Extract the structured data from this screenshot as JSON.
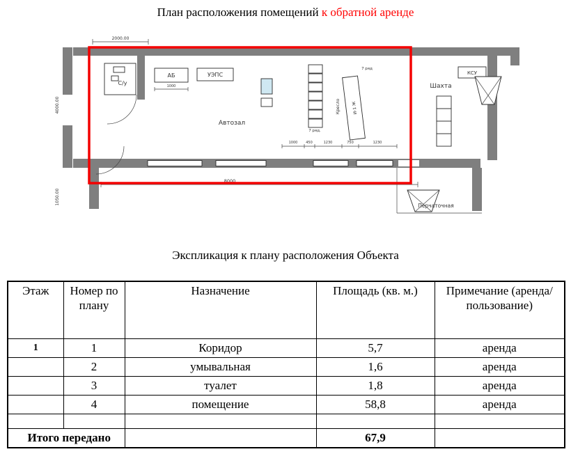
{
  "page": {
    "title_main": "План расположения помещений ",
    "title_highlight": "к обратной аренде",
    "subtitle": "Экспликация к плану расположения Объекта"
  },
  "plan": {
    "highlight_color": "#ff0000",
    "wall_color": "#7f7f7f",
    "labels": {
      "dim2000": "2000.00",
      "dim4000": "4000.00",
      "dim1050": "1050.00",
      "dim8000": "8000",
      "dim1000": "1000",
      "chain": [
        "1000",
        "450",
        "1230",
        "750",
        "1230"
      ],
      "su": "С/у",
      "ab": "АБ",
      "ueps": "УЭПС",
      "autozal": "Автозал",
      "shahta": "Шахта",
      "ksu": "КСУ",
      "perchat": "Перчаточная",
      "ryad7a": "7 ряд",
      "ryad7b": "7 ряд.",
      "kreslo": "Кресло",
      "tallbox": "И-1 Ж"
    }
  },
  "table": {
    "headers": [
      "Этаж",
      "Номер по плану",
      "Назначение",
      "Площадь (кв. м.)",
      "Примечание (аренда/пользование)"
    ],
    "rows": [
      {
        "floor": "1",
        "num": "1",
        "name": "Коридор",
        "area": "5,7",
        "note": "аренда"
      },
      {
        "floor": "",
        "num": "2",
        "name": "умывальная",
        "area": "1,6",
        "note": "аренда"
      },
      {
        "floor": "",
        "num": "3",
        "name": "туалет",
        "area": "1,8",
        "note": "аренда"
      },
      {
        "floor": "",
        "num": "4",
        "name": "помещение",
        "area": "58,8",
        "note": "аренда"
      },
      {
        "floor": "",
        "num": "",
        "name": "",
        "area": "",
        "note": ""
      }
    ],
    "footer": {
      "label": "Итого передано",
      "area": "67,9",
      "note": ""
    }
  }
}
